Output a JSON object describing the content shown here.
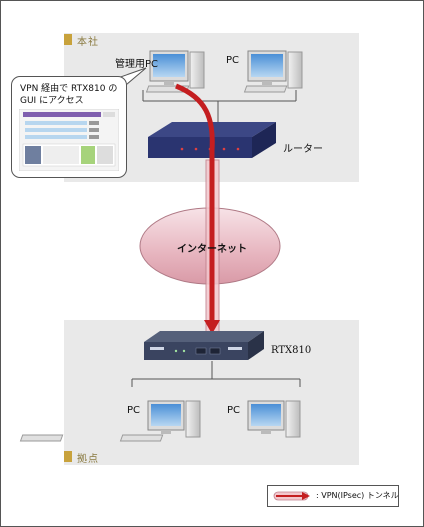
{
  "zones": {
    "headquarters": {
      "label": "本社"
    },
    "branch": {
      "label": "拠点"
    }
  },
  "headquarters": {
    "admin_pc_label": "管理用PC",
    "pc_label": "PC",
    "router_label": "ルーター"
  },
  "callout": {
    "line1": "VPN 経由で RTX810 の",
    "line2": "GUI にアクセス"
  },
  "internet": {
    "label": "インターネット"
  },
  "branch": {
    "device_label": "RTX810",
    "pc_label_1": "PC",
    "pc_label_2": "PC"
  },
  "legend": {
    "label": ": VPN(IPsec) トンネル"
  },
  "colors": {
    "zone_bg": "#e9e9e9",
    "zone_tag": "#c8a23c",
    "router_blue": "#2a3470",
    "tunnel_pink": "#f0b8c0",
    "tunnel_red": "#c41e20",
    "cloud_pink": "#e8bcc4"
  }
}
